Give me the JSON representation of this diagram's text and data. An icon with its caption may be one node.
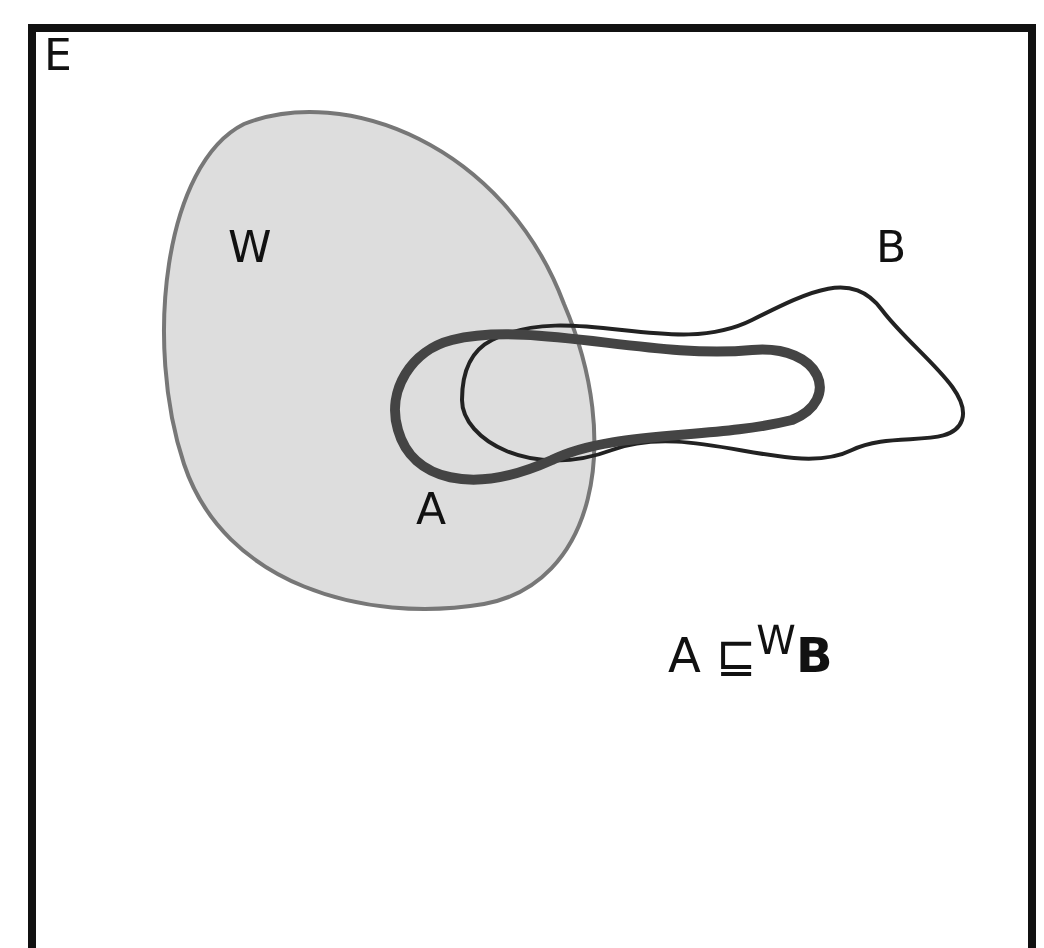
{
  "diagram": {
    "nodes": [
      {
        "text": [
          "E"
        ]
      },
      {
        "text": [
          "W"
        ],
        "in": 0
      },
      {
        "text": [
          "B"
        ],
        "in": 0
      },
      {
        "text": [],
        "shape": "blob",
        "beside": [
          "A"
        ],
        "in": 0
      }
    ],
    "labels": [
      "A ⊑$^{W}$**B**"
    ]
  }
}
